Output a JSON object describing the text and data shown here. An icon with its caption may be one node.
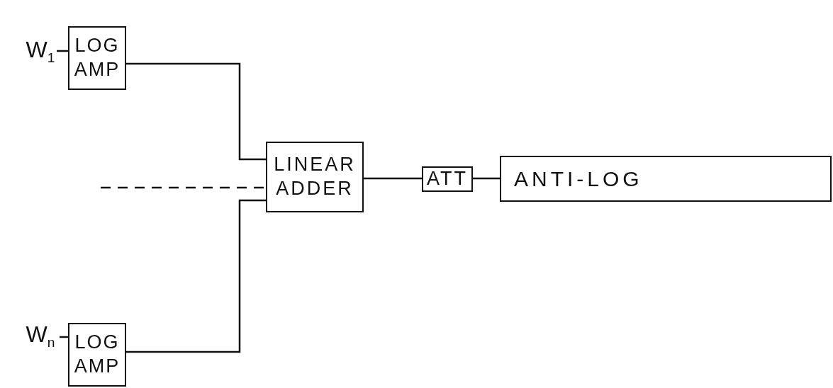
{
  "diagram": {
    "nodes": [
      {
        "text": [
          "W$_{1}$"
        ]
      },
      {
        "text": [
          "LOG AMP"
        ]
      },
      {
        "text": [
          "W$_{n}$"
        ]
      },
      {
        "text": [
          "LOG AMP"
        ]
      },
      {
        "text": [
          "LINEAR ADDER"
        ]
      },
      {
        "text": [
          "ATT"
        ]
      },
      {
        "text": [
          "ANTI-LOG"
        ]
      }
    ],
    "edges": [
      {
        "from": 0,
        "to": 1,
        "arrow": "none"
      },
      {
        "from": 2,
        "to": 3,
        "arrow": "none"
      },
      {
        "from": 1,
        "to": 4,
        "arrow": "none"
      },
      {
        "from": null,
        "to": 4,
        "arrow": "none",
        "style": "dashed"
      },
      {
        "from": 3,
        "to": 4,
        "arrow": "none"
      },
      {
        "from": 4,
        "to": 5,
        "arrow": "none"
      },
      {
        "from": 5,
        "to": 6,
        "arrow": "none"
      }
    ]
  }
}
